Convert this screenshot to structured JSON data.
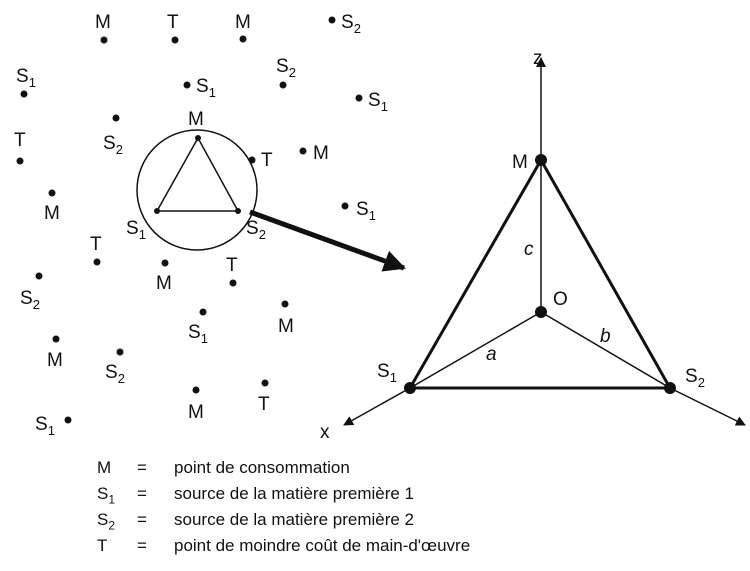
{
  "map": {
    "points": [
      {
        "symbol": "M",
        "sub": ""
      },
      {
        "symbol": "T",
        "sub": ""
      },
      {
        "symbol": "M",
        "sub": ""
      },
      {
        "symbol": "S",
        "sub": "2"
      },
      {
        "symbol": "S",
        "sub": "1"
      },
      {
        "symbol": "S",
        "sub": "1"
      },
      {
        "symbol": "S",
        "sub": "2"
      },
      {
        "symbol": "S",
        "sub": "1"
      },
      {
        "symbol": "T",
        "sub": ""
      },
      {
        "symbol": "S",
        "sub": "2"
      },
      {
        "symbol": "M",
        "sub": ""
      },
      {
        "symbol": "T",
        "sub": ""
      },
      {
        "symbol": "M",
        "sub": ""
      },
      {
        "symbol": "S",
        "sub": "1"
      },
      {
        "symbol": "T",
        "sub": ""
      },
      {
        "symbol": "M",
        "sub": ""
      },
      {
        "symbol": "T",
        "sub": ""
      },
      {
        "symbol": "S",
        "sub": "2"
      },
      {
        "symbol": "S",
        "sub": "1"
      },
      {
        "symbol": "M",
        "sub": ""
      },
      {
        "symbol": "M",
        "sub": ""
      },
      {
        "symbol": "S",
        "sub": "2"
      },
      {
        "symbol": "M",
        "sub": ""
      },
      {
        "symbol": "T",
        "sub": ""
      },
      {
        "symbol": "S",
        "sub": "1"
      }
    ],
    "inset_triangle": {
      "top": {
        "symbol": "M",
        "sub": ""
      },
      "left": {
        "symbol": "S",
        "sub": "1"
      },
      "right": {
        "symbol": "S",
        "sub": "2"
      }
    }
  },
  "axes_diagram": {
    "z_axis_label": "z",
    "x_axis_label": "x",
    "origin_label": "O",
    "vertex_top": {
      "symbol": "M",
      "sub": ""
    },
    "vertex_left": {
      "symbol": "S",
      "sub": "1"
    },
    "vertex_right": {
      "symbol": "S",
      "sub": "2"
    },
    "edge_a": "a",
    "edge_b": "b",
    "edge_c": "c"
  },
  "legend": [
    {
      "symbol": "M",
      "sub": "",
      "eq": "=",
      "definition": "point de consommation"
    },
    {
      "symbol": "S",
      "sub": "1",
      "eq": "=",
      "definition": "source de la matière première 1"
    },
    {
      "symbol": "S",
      "sub": "2",
      "eq": "=",
      "definition": "source de la matière première 2"
    },
    {
      "symbol": "T",
      "sub": "",
      "eq": "=",
      "definition": "point de moindre coût de main-d'œuvre"
    }
  ]
}
